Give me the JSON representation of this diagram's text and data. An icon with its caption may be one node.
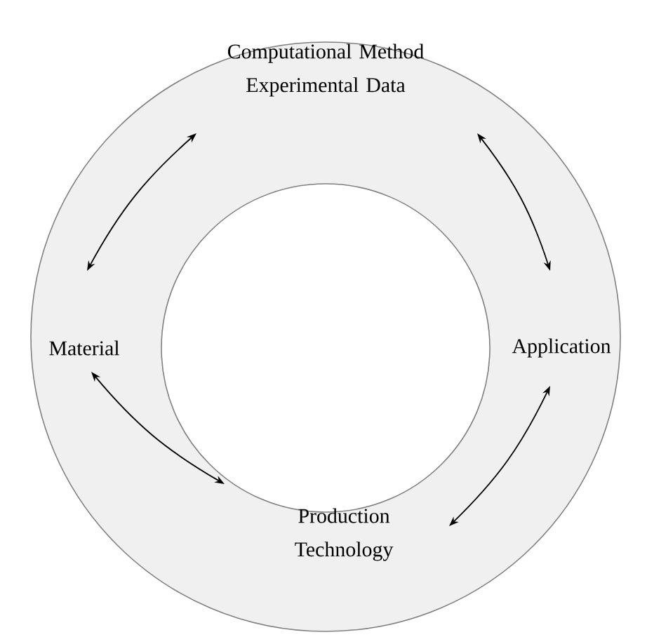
{
  "diagram": {
    "nodes": [
      {
        "text": [
          "Computational Method Experimental Data"
        ]
      },
      {
        "text": [
          "Material"
        ]
      },
      {
        "text": [
          "Application"
        ]
      },
      {
        "text": [
          "Production Technology"
        ]
      }
    ],
    "edges": [
      {
        "from": 1,
        "to": 0,
        "arrow": "both"
      },
      {
        "from": 0,
        "to": 2,
        "arrow": "both"
      },
      {
        "from": 1,
        "to": 3,
        "arrow": "both"
      },
      {
        "from": 3,
        "to": 2,
        "arrow": "both"
      }
    ]
  }
}
